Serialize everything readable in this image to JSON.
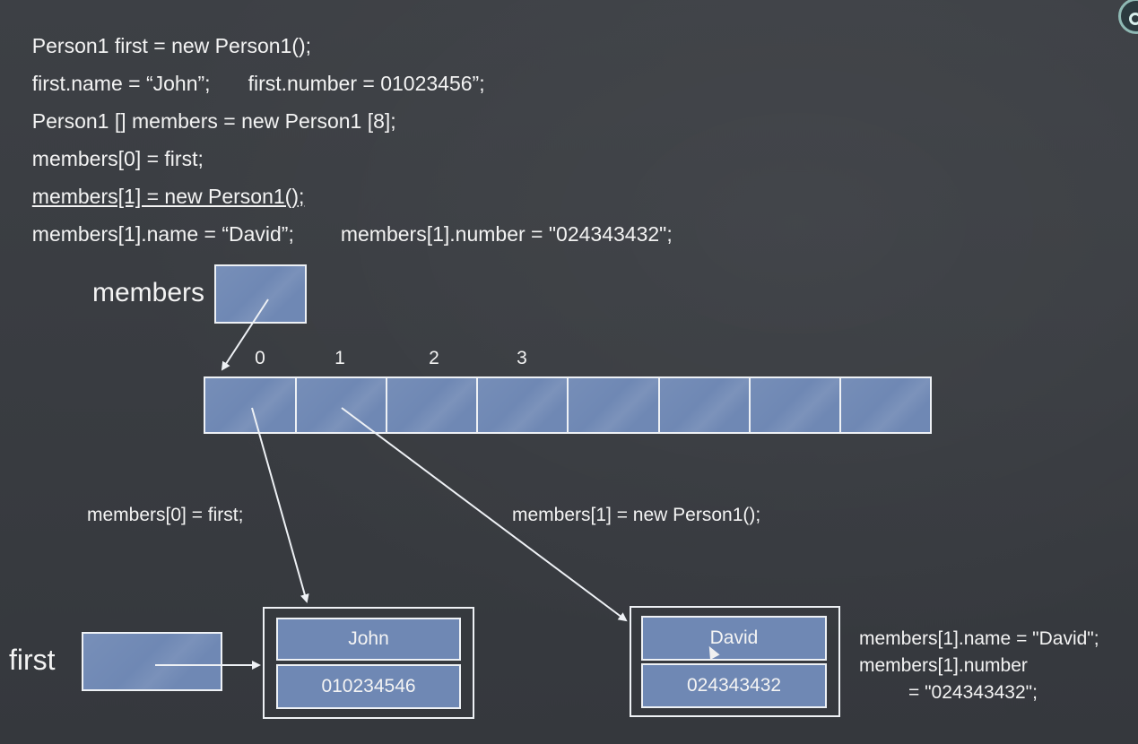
{
  "code": {
    "line1": "Person1 first = new Person1();",
    "line2a": "first.name = “John”;",
    "line2b": "first.number = 01023456”;",
    "line3": "Person1 [] members = new Person1 [8];",
    "line4": "members[0] = first;",
    "line5": "members[1] = new Person1();",
    "line6a": "members[1].name = “David”;",
    "line6b": "members[1].number = \"024343432\";"
  },
  "diagram": {
    "members_label": "members",
    "first_label": "first",
    "indices": [
      "0",
      "1",
      "2",
      "3"
    ],
    "array_length": 8,
    "annotation_members0": "members[0] = first;",
    "annotation_members1": "members[1] = new Person1();",
    "object1": {
      "name": "John",
      "number": "010234546"
    },
    "object2": {
      "name": "David",
      "number": "024343432"
    },
    "side_note": {
      "line1": "members[1].name = \"David\";",
      "line2": "members[1].number",
      "line3": "= \"024343432\";"
    }
  },
  "colors": {
    "background": "#3a3d42",
    "box_fill": "#6f88b4",
    "stroke": "#eef1f5"
  }
}
